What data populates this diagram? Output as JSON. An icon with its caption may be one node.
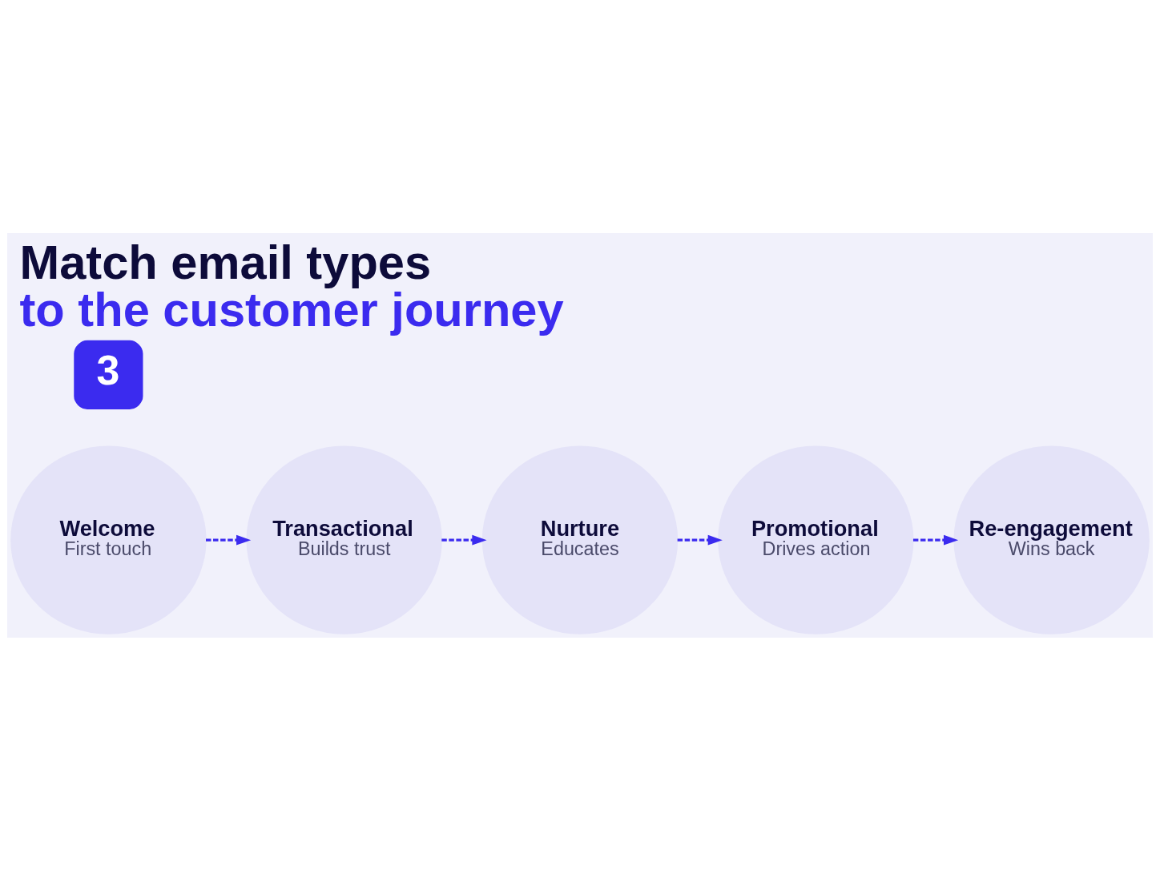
{
  "diagram": {
    "title": "Match email types to the customer journey",
    "nodes": [
      {
        "text": [
          "3"
        ]
      },
      {
        "text": [
          "Welcome",
          "First touch"
        ]
      },
      {
        "text": [
          "Transactional",
          "Builds trust"
        ]
      },
      {
        "text": [
          "Nurture",
          "Educates"
        ]
      },
      {
        "text": [
          "Promotional",
          "Drives action"
        ]
      },
      {
        "text": [
          "Re-engagement",
          "Wins back"
        ]
      }
    ],
    "edges": [
      {
        "from": 1,
        "to": 2,
        "arrow": "to",
        "style": "dashed"
      },
      {
        "from": 2,
        "to": 3,
        "arrow": "to",
        "style": "dashed"
      },
      {
        "from": 3,
        "to": 4,
        "arrow": "to",
        "style": "dashed"
      },
      {
        "from": 4,
        "to": 5,
        "arrow": "to",
        "style": "dashed"
      }
    ]
  }
}
